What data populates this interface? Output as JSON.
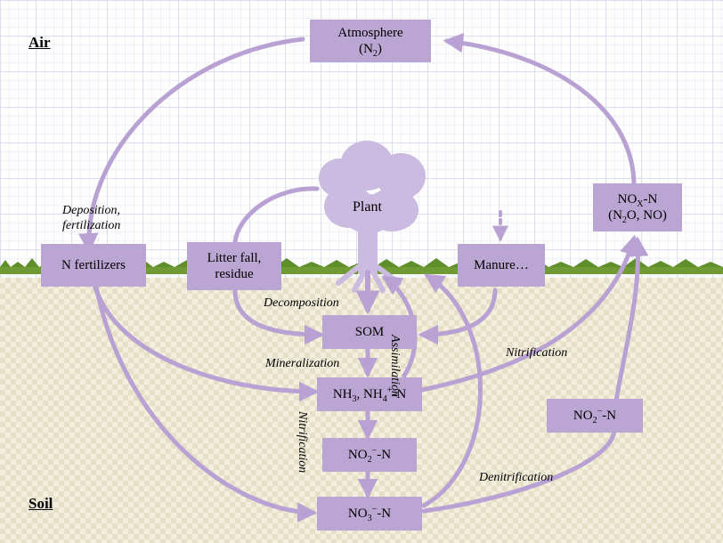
{
  "zones": {
    "air": "Air",
    "soil": "Soil"
  },
  "nodes": {
    "atmosphere": {
      "line1": "Atmosphere",
      "line2_pre": "(N",
      "line2_sub": "2",
      "line2_post": ")"
    },
    "plant": "Plant",
    "n_fertilizers": "N fertilizers",
    "litter": {
      "line1": "Litter fall,",
      "line2": "residue"
    },
    "manure": "Manure…",
    "nox": {
      "l1_pre": "NO",
      "l1_sub": "X",
      "l1_post": "-N",
      "l2_pre": "(N",
      "l2_sub": "2",
      "l2_post": "O, NO)"
    },
    "som": "SOM",
    "nh": {
      "a": "NH",
      "a_sub": "3",
      "b": ", NH",
      "b_sub": "4",
      "b_sup": "+",
      "c": "-N"
    },
    "no2_center": {
      "a": "NO",
      "a_sub": "2",
      "a_sup": "−",
      "b": "-N"
    },
    "no2_right": {
      "a": "NO",
      "a_sub": "2",
      "a_sup": "−",
      "b": "-N"
    },
    "no3": {
      "a": "NO",
      "a_sub": "3",
      "a_sup": "−",
      "b": "-N"
    }
  },
  "processes": {
    "deposition": {
      "line1": "Deposition,",
      "line2": "fertilization"
    },
    "decomposition": "Decomposition",
    "mineralization": "Mineralization",
    "assimilation": "Assimilation",
    "nitrification_right": "Nitrification",
    "nitrification_vertical": "Nitrification",
    "denitrification": "Denitrification"
  },
  "colors": {
    "box": "#bba6d3",
    "arrow": "#b9a2d3",
    "plant": "#cbbbe0",
    "grass": "#5f8f2a"
  }
}
